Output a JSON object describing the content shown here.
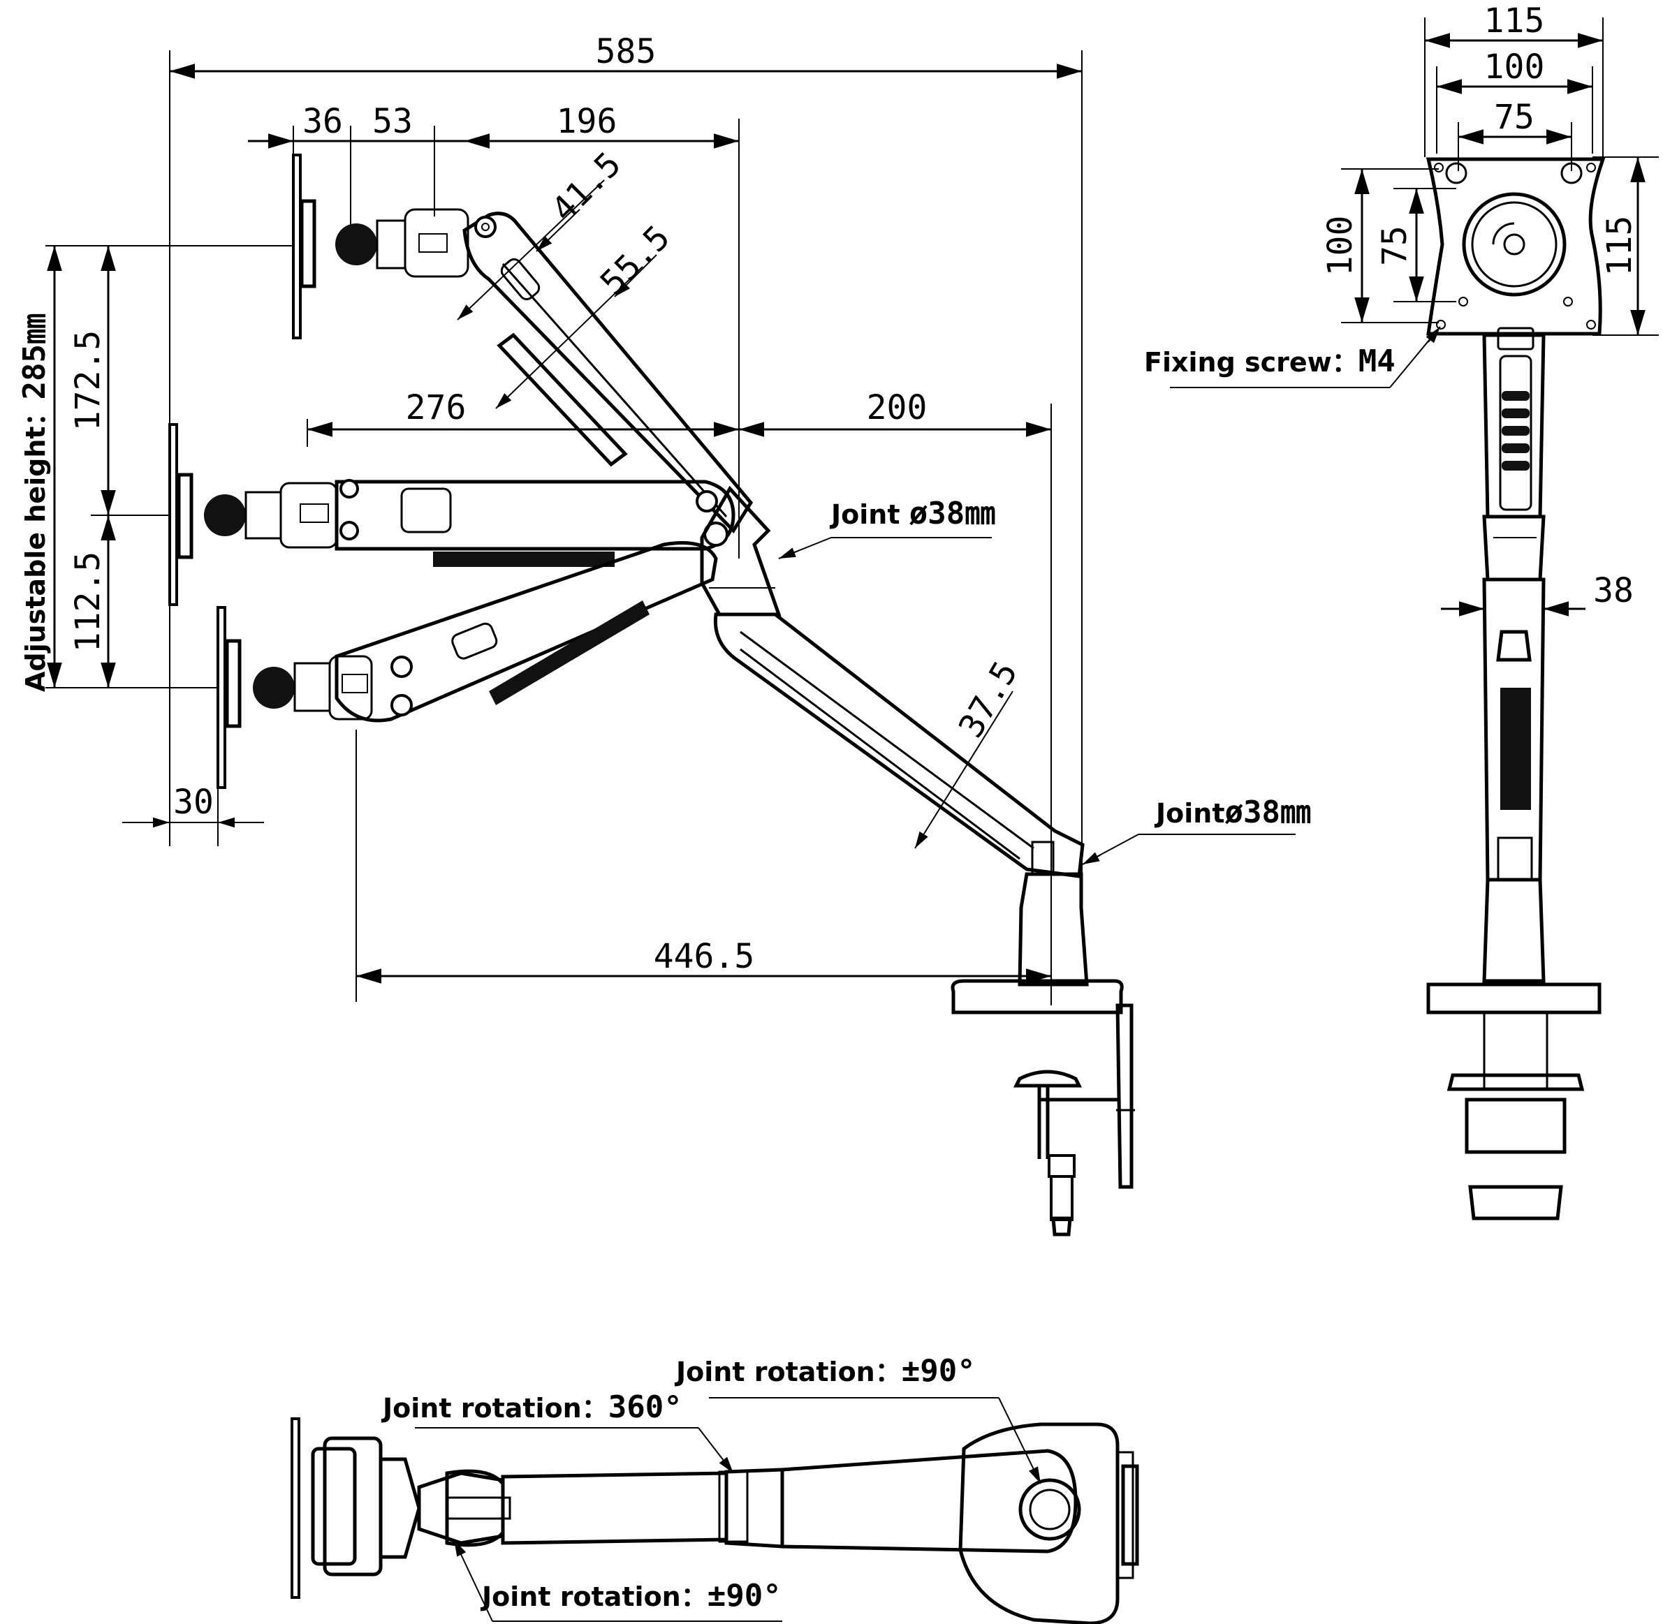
{
  "side_view": {
    "overall_width": "585",
    "seg_36": "36",
    "seg_53": "53",
    "seg_196": "196",
    "arm_thickness_upper": "41.5",
    "arm_depth_upper": "55.5",
    "reach_276": "276",
    "reach_200": "200",
    "lower_arm_thickness": "37.5",
    "base_reach": "446.5",
    "plate_offset": "30",
    "height_upper": "172.5",
    "height_lower": "112.5",
    "adjustable_height_label": "Adjustable height：",
    "adjustable_height_value": "285㎜",
    "joint_upper_label": "Joint",
    "joint_upper_value": "ø38㎜",
    "joint_lower_label": "Joint",
    "joint_lower_value": "ø38㎜"
  },
  "front_view": {
    "vesa_outer_w": "115",
    "vesa_mid_w": "100",
    "vesa_inner_w": "75",
    "vesa_mid_h": "100",
    "vesa_inner_h": "75",
    "vesa_outer_h": "115",
    "pole_diameter": "38",
    "fixing_screw_label": "Fixing screw：",
    "fixing_screw_value": "M4"
  },
  "top_view": {
    "rotation_360_label": "Joint rotation：",
    "rotation_360_value": "360°",
    "rotation_90_top_label": "Joint rotation：",
    "rotation_90_top_value": "±90°",
    "rotation_90_bottom_label": "Joint rotation：",
    "rotation_90_bottom_value": "±90°"
  }
}
